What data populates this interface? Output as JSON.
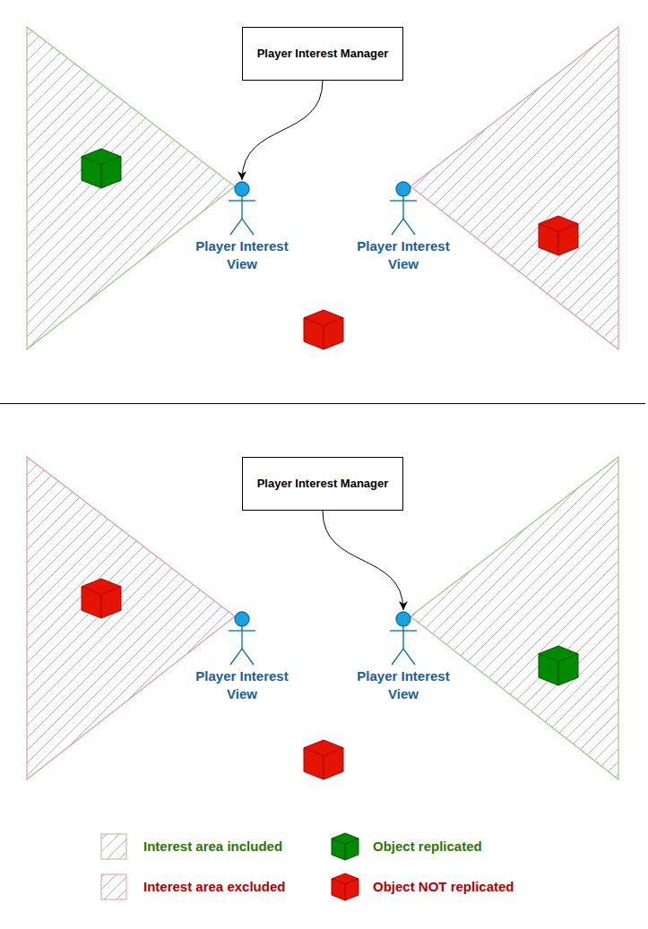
{
  "diagram": {
    "nodes": [
      {
        "text": [
          "Player Interest Manager"
        ]
      },
      {
        "text": [
          "Player Interest View"
        ]
      },
      {
        "text": [
          "Player Interest View"
        ]
      },
      {
        "text": [
          "Player Interest Manager"
        ]
      },
      {
        "text": [
          "Player Interest View"
        ]
      },
      {
        "text": [
          "Player Interest View"
        ]
      }
    ],
    "edges": [
      {
        "from": 0,
        "to": 1,
        "arrow": "to"
      },
      {
        "from": 3,
        "to": 5,
        "arrow": "to"
      }
    ],
    "legend": [
      {
        "text": "Interest area included"
      },
      {
        "text": "Object replicated"
      },
      {
        "text": "Interest area excluded"
      },
      {
        "text": "Object NOT replicated"
      }
    ]
  }
}
